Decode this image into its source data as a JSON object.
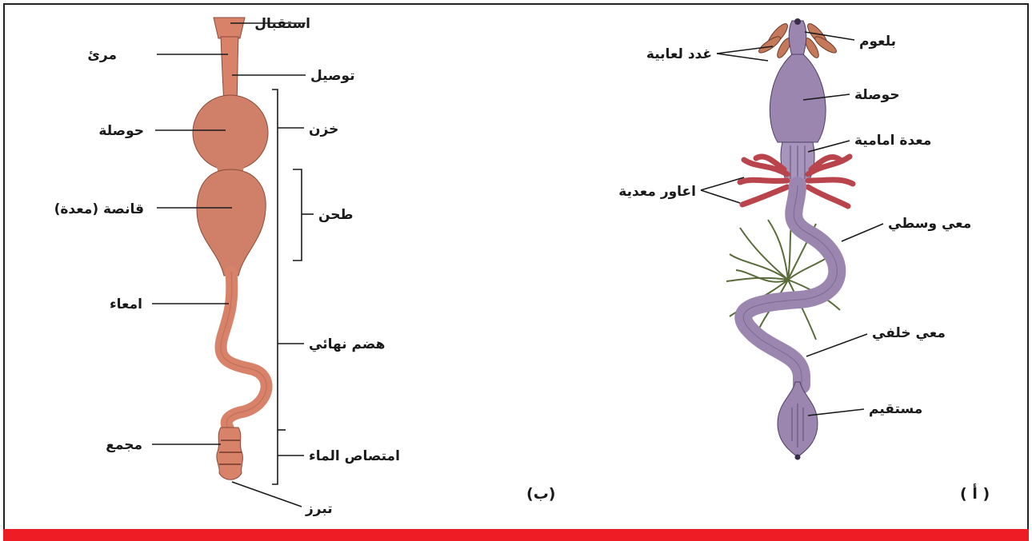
{
  "colors": {
    "border": "#222222",
    "accent_bar": "#ee1c25",
    "gut_b": "#d9826a",
    "gut_a": "#9b86b0",
    "glands": "#b9444c",
    "tubules": "#5a6b3a"
  },
  "panel_b": {
    "caption": "(ب)",
    "labels": {
      "reception": "استقبال",
      "esophagus": "مرئ",
      "conduction": "توصيل",
      "storage": "خزن",
      "crop": "حوصلة",
      "gizzard": "قانصة (معدة)",
      "grinding": "طحن",
      "intestines": "امعاء",
      "final_digestion": "هضم نهائي",
      "cloaca": "مجمع",
      "water_absorption": "امتصاص الماء",
      "excretion": "تبرز"
    }
  },
  "panel_a": {
    "caption": "( أ )",
    "labels": {
      "pharynx": "بلعوم",
      "salivary_glands": "غدد لعابية",
      "crop": "حوصلة",
      "proventriculus": "معدة امامية",
      "gastric_caeca": "اعاور معدية",
      "midgut": "معي وسطي",
      "hindgut": "معي خلفي",
      "rectum": "مستقيم"
    }
  }
}
